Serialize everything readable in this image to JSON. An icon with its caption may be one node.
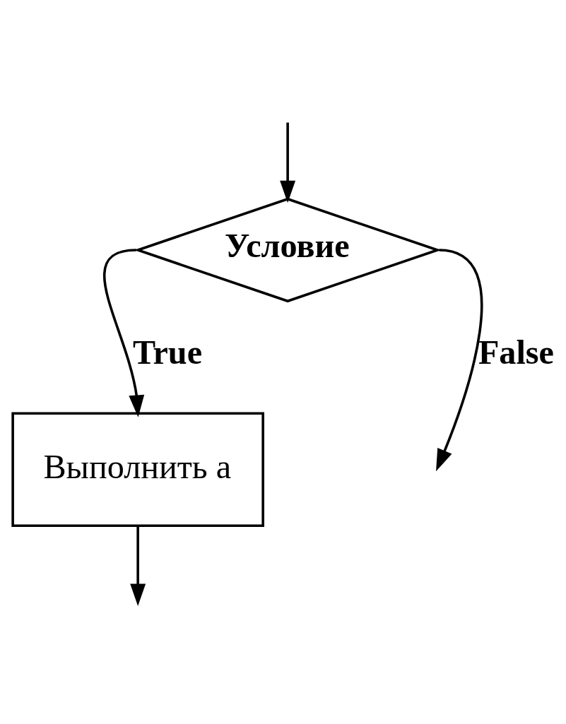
{
  "diagram": {
    "nodes": [
      {
        "text": [
          "Условие"
        ]
      },
      {
        "text": [
          "Выполнить a"
        ]
      }
    ],
    "edges": [
      {
        "from": 0,
        "to": null,
        "arrow": "to",
        "label": "False"
      },
      {
        "from": 0,
        "to": 1,
        "arrow": "to",
        "label": "True"
      },
      {
        "from": 1,
        "to": null,
        "arrow": "to"
      },
      {
        "from": null,
        "to": 0,
        "arrow": "to"
      }
    ]
  }
}
